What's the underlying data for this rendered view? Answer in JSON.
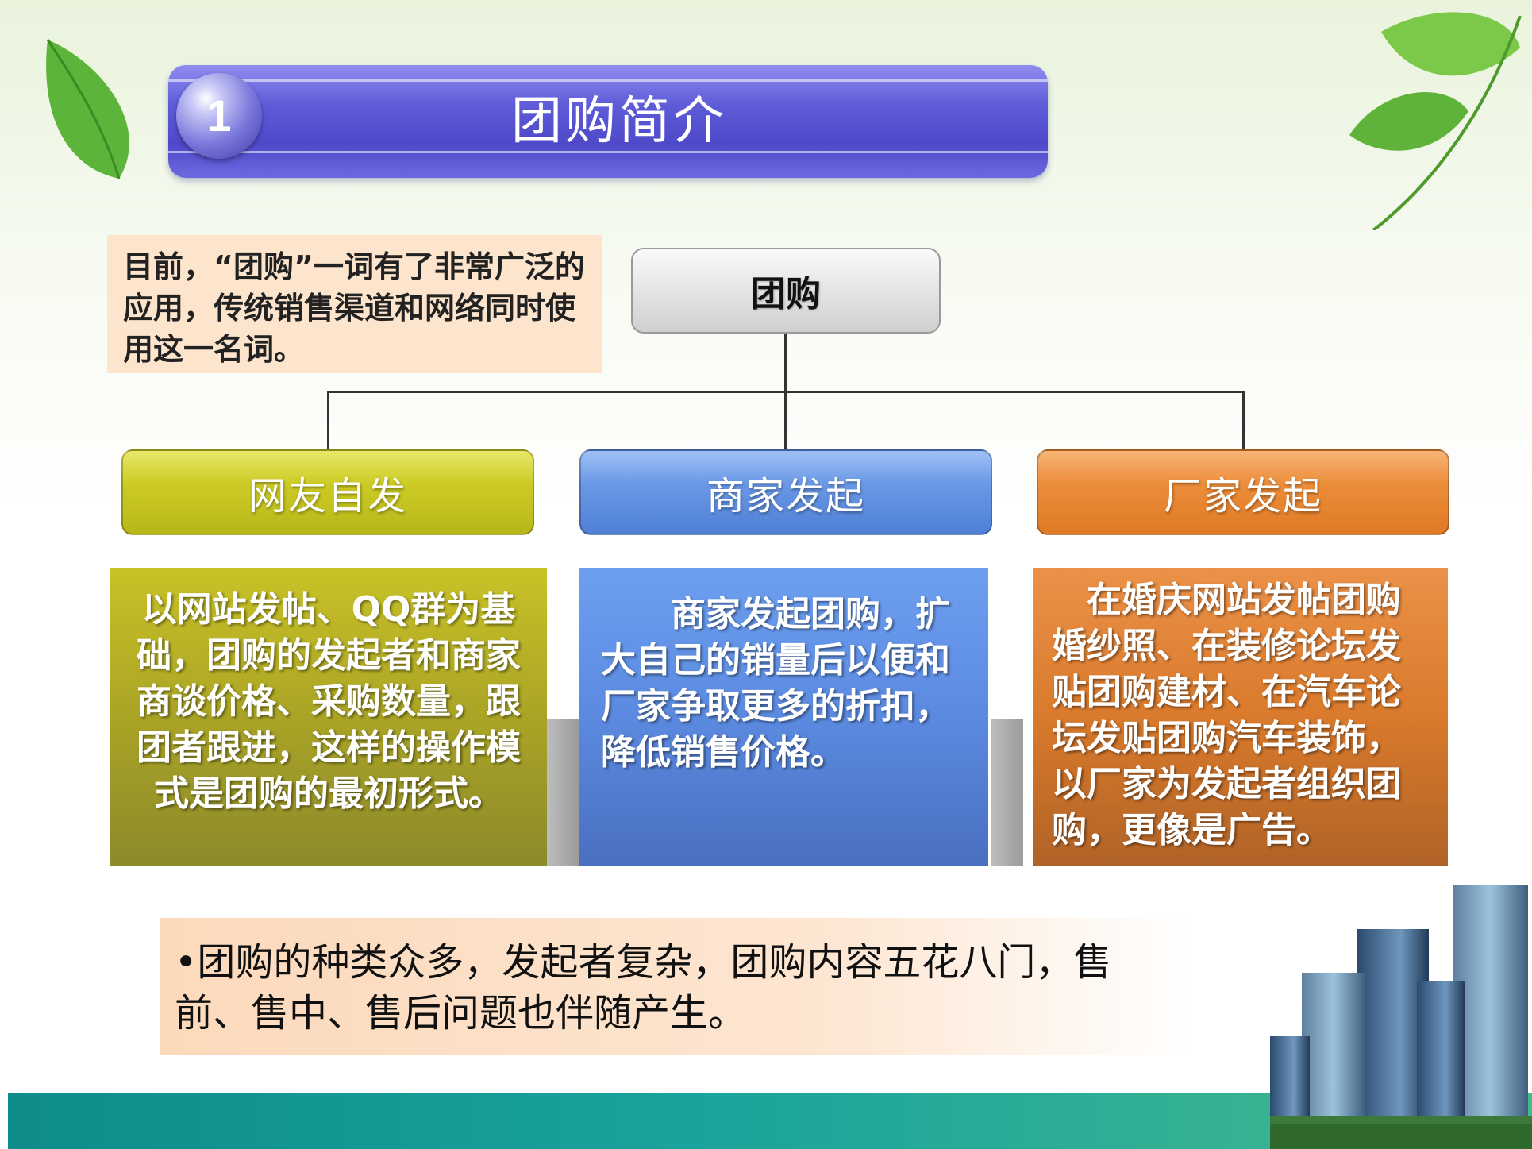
{
  "title": {
    "number": "1",
    "text": "团购简介"
  },
  "intro": {
    "text": "目前，“团购”一词有了非常广泛的应用，传统销售渠道和网络同时使用这一名词。"
  },
  "diagram": {
    "root": "团购",
    "branches": [
      {
        "label": "网友自发",
        "color": "#c9c824",
        "description": "以网站发帖、QQ群为基础，团购的发起者和商家商谈价格、采购数量，跟团者跟进，这样的操作模式是团购的最初形式。"
      },
      {
        "label": "商家发起",
        "color": "#5f8fe3",
        "description": "商家发起团购，扩大自己的销量后以便和厂家争取更多的折扣，降低销售价格。"
      },
      {
        "label": "厂家发起",
        "color": "#e88633",
        "description": "在婚庆网站发帖团购婚纱照、在装修论坛发贴团购建材、在汽车论坛发贴团购汽车装饰，以厂家为发起者组织团购，更像是广告。"
      }
    ]
  },
  "summary": {
    "bullet": "•",
    "text": "团购的种类众多，发起者复杂，团购内容五花八门，售前、售中、售后问题也伴随产生。"
  },
  "colors": {
    "title_banner": "#5552d2",
    "footer": "#17998f",
    "intro_bg": "#fde4cd"
  }
}
